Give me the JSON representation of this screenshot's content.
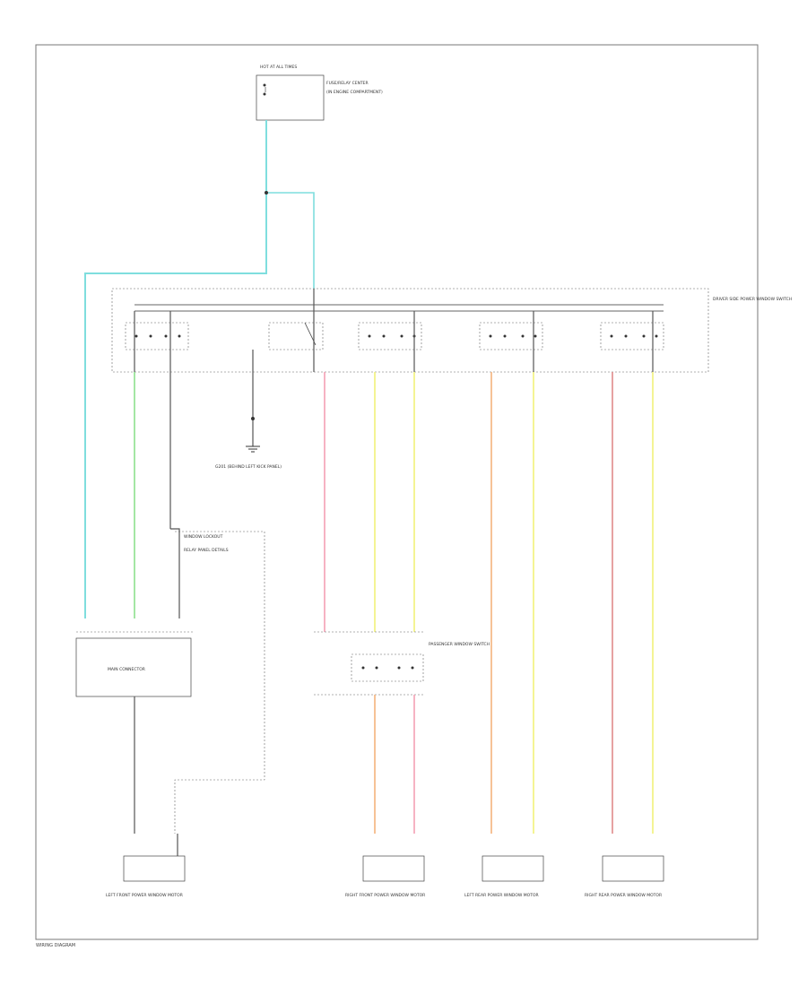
{
  "colors": {
    "light_blue": "#7fdede",
    "light_green": "#8ee08e",
    "pink": "#f4a0b4",
    "yellow": "#f2f27a",
    "orange": "#f4b27c",
    "red": "#e08a8a",
    "black": "#555555"
  },
  "components": {
    "hot_at_all_times": {
      "title": "HOT AT ALL TIMES",
      "note_a": "FUSE/RELAY CENTER",
      "note_b": "(IN ENGINE COMPARTMENT)"
    },
    "window_master": {
      "title": "DRIVER SIDE POWER WINDOW SWITCH"
    },
    "ground_ref": {
      "text": "G201 (BEHIND LEFT KICK PANEL)"
    },
    "control_box": {
      "title": "WINDOW LOCKOUT",
      "note": "RELAY PANEL DETAILS"
    },
    "module": {
      "label": "MAIN CONNECTOR"
    },
    "pass_switch": {
      "title": "PASSENGER WINDOW SWITCH"
    },
    "motors": [
      {
        "label": "LEFT FRONT POWER WINDOW MOTOR"
      },
      {
        "label": "RIGHT FRONT POWER WINDOW MOTOR"
      },
      {
        "label": "LEFT REAR POWER WINDOW MOTOR"
      },
      {
        "label": "RIGHT REAR POWER WINDOW MOTOR"
      }
    ]
  },
  "labels": {
    "fig_id": "WIRING DIAGRAM"
  }
}
